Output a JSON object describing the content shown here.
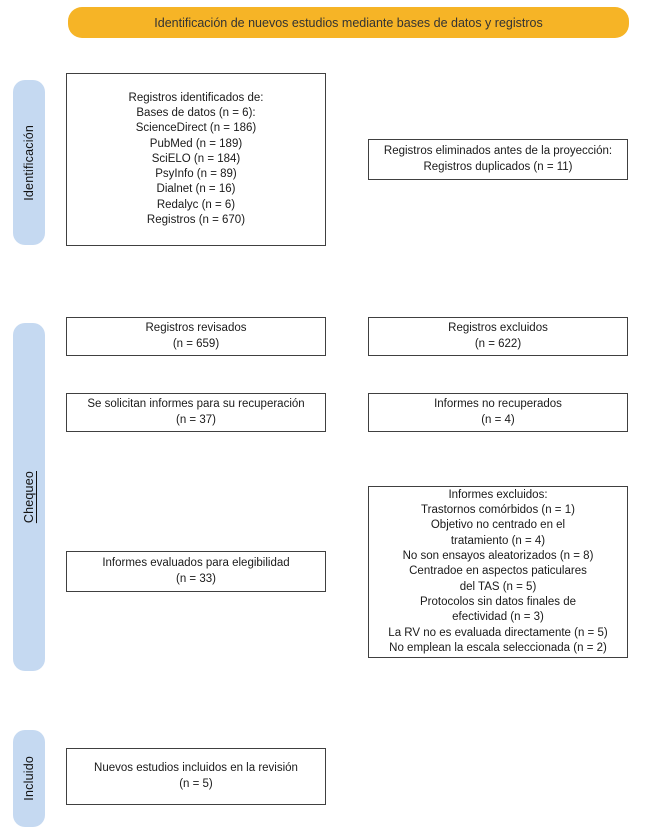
{
  "banner": {
    "label": "Identificación de nuevos estudios mediante bases de datos y registros"
  },
  "stages": [
    {
      "id": "identificacion",
      "label": "Identificación"
    },
    {
      "id": "chequeo",
      "label": "Chequeo"
    },
    {
      "id": "incluido",
      "label": "Incluido"
    }
  ],
  "boxes": {
    "identified": "Registros identificados de:\nBases de datos (n = 6):\nScienceDirect (n = 186)\nPubMed (n = 189)\nSciELO (n = 184)\nPsyInfo (n = 89)\nDialnet (n = 16)\nRedalyc (n = 6)\nRegistros (n = 670)",
    "removed_before_screening": "Registros eliminados antes de la proyección:\nRegistros duplicados (n = 11)",
    "reviewed": "Registros revisados\n(n = 659)",
    "excluded": "Registros excluidos\n(n = 622)",
    "sought_for_retrieval": "Se solicitan informes para su recuperación\n(n = 37)",
    "not_retrieved": "Informes no recuperados\n(n = 4)",
    "exclusion_reasons": "Informes excluidos:\nTrastornos comórbidos (n = 1)\nObjetivo no centrado en el\ntratamiento (n = 4)\nNo son ensayos aleatorizados (n = 8)\nCentradoe en aspectos paticulares\ndel TAS (n = 5)\nProtocolos sin datos finales de\nefectividad (n = 3)\nLa RV no es evaluada directamente (n = 5)\nNo emplean la escala seleccionada (n = 2)",
    "assessed_for_eligibility": "Informes evaluados para elegibilidad\n(n = 33)",
    "included_in_review": "Nuevos estudios incluidos en la revisión\n(n = 5)"
  },
  "colors": {
    "banner_bg": "#F6B426",
    "stage_bg": "#C5D9F1",
    "box_border": "#404040"
  }
}
